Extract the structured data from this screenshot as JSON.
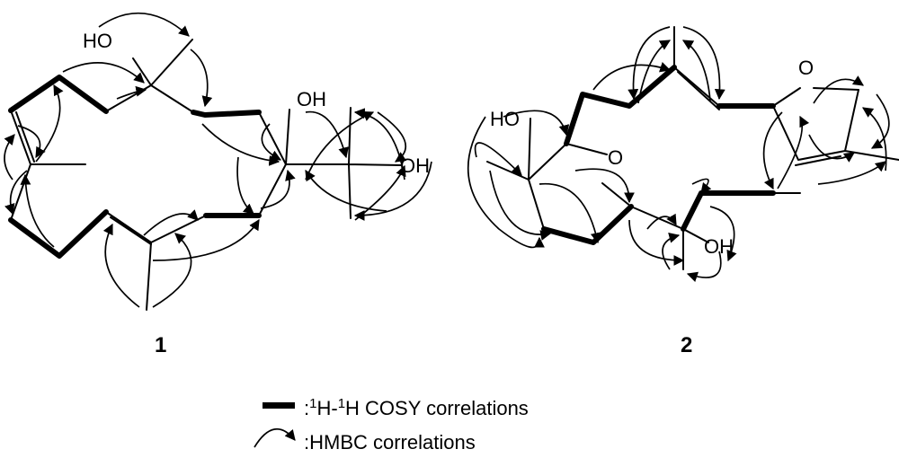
{
  "compounds": [
    {
      "id": "1",
      "label": "1",
      "atom_labels": {
        "ho": "HO",
        "oh_top": "OH",
        "oh_side": "OH"
      }
    },
    {
      "id": "2",
      "label": "2",
      "atom_labels": {
        "ho": "HO",
        "o_ring": "O",
        "o_furan": "O",
        "oh": "OH"
      }
    }
  ],
  "legend": {
    "cosy": {
      "prefix": ":",
      "sup1": "1",
      "mid": "H-",
      "sup2": "1",
      "suffix": "H COSY correlations"
    },
    "hmbc": {
      "text": ":HMBC correlations"
    }
  },
  "colors": {
    "ink": "#000000",
    "background": "#ffffff"
  }
}
